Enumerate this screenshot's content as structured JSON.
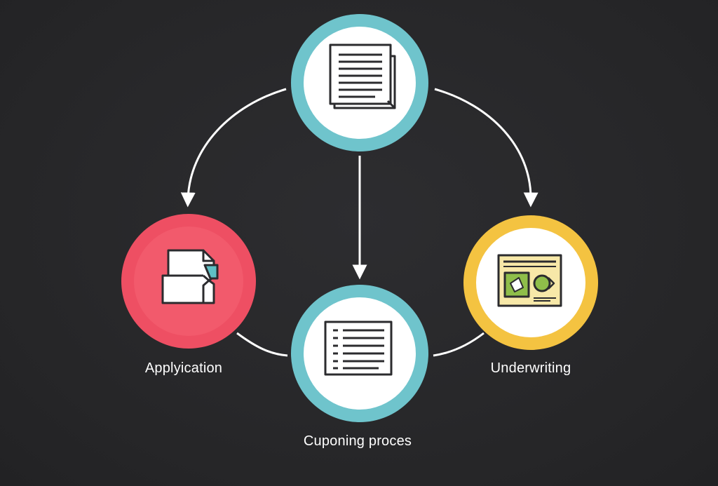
{
  "nodes": {
    "top": {
      "label": "",
      "color": "#6fc4cc",
      "icon": "document-stack-icon"
    },
    "left": {
      "label": "Applyication",
      "color": "#ee4f63",
      "icon": "folded-file-icon"
    },
    "center": {
      "label": "Cuponing proces",
      "color": "#6fc4cc",
      "icon": "list-document-icon"
    },
    "right": {
      "label": "Underwriting",
      "color": "#f4c341",
      "icon": "certificate-icon"
    }
  },
  "colors": {
    "background": "#272729",
    "arrow": "#ffffff",
    "icon_stroke": "#2b2b2e",
    "icon_accent_teal": "#5fbfc4",
    "icon_accent_green": "#8fbe4a",
    "icon_fill_yellow": "#f7e8a8"
  }
}
